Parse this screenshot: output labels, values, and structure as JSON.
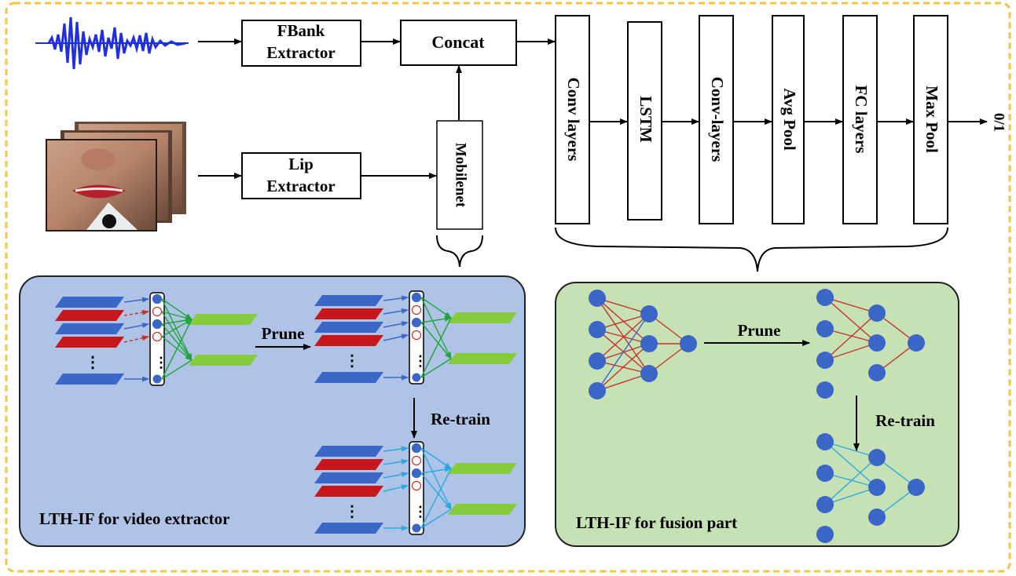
{
  "pipeline": {
    "fbank": [
      "FBank",
      "Extractor"
    ],
    "lip": [
      "Lip",
      "Extractor"
    ],
    "concat": "Concat",
    "mobilenet": "Mobilenet",
    "layers": [
      "Conv layers",
      "LSTM",
      "Conv-layers",
      "Avg Pool",
      "FC layers",
      "Max Pool"
    ],
    "output": "0/1"
  },
  "video_panel": {
    "title": "LTH-IF for video extractor",
    "prune_label": "Prune",
    "retrain_label": "Re-train"
  },
  "fusion_panel": {
    "title": "LTH-IF for fusion part",
    "prune_label": "Prune",
    "retrain_label": "Re-train"
  },
  "colors": {
    "frame_border": "#f5c542",
    "video_panel_bg": "#afc3e6",
    "fusion_panel_bg": "#c6e2b4",
    "feature_blue": "#3b67c9",
    "feature_red": "#c8161d",
    "feature_green": "#86cb3c",
    "node_blue": "#3a66c7",
    "edge_green": "#1fa63c",
    "edge_red": "#c9302c",
    "edge_cyan": "#2aa9e0",
    "waveform": "#1f2fe0"
  },
  "icons": {
    "waveform": "audio-waveform-icon",
    "lip_frames": "lip-video-frames-image"
  }
}
